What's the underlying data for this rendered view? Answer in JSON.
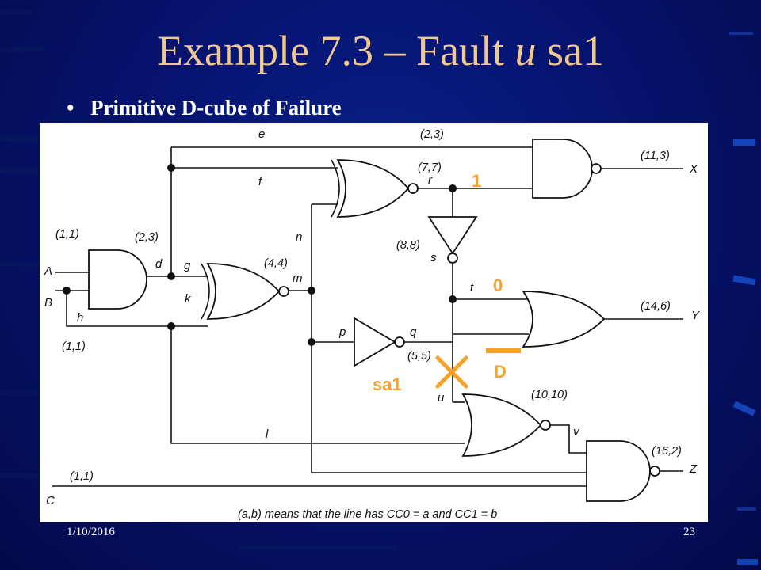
{
  "slide": {
    "title_main": "Example 7.3 – Fault ",
    "title_var": "u",
    "title_tail": " sa1",
    "bullet_glyph": "•",
    "bullet": "Primitive D-cube of Failure",
    "date": "1/10/2016",
    "page": "23"
  },
  "colors": {
    "title": "#f0c890",
    "background": "#061470",
    "annotation": "#f7a12a"
  },
  "circuit": {
    "nets": {
      "e": "e",
      "f": "f",
      "r": "r",
      "s": "s",
      "t": "t",
      "u": "u",
      "v": "v",
      "n": "n",
      "m": "m",
      "d": "d",
      "g": "g",
      "k": "k",
      "h": "h",
      "p": "p",
      "q": "q",
      "l": "l"
    },
    "io": {
      "A": "A",
      "B": "B",
      "C": "C",
      "X": "X",
      "Y": "Y",
      "Z": "Z"
    },
    "controllability": {
      "a_in": "(1,1)",
      "d": "(2,3)",
      "e": "(2,3)",
      "r": "(7,7)",
      "x": "(11,3)",
      "s": "(8,8)",
      "m": "(4,4)",
      "b_in": "(1,1)",
      "q": "(5,5)",
      "y": "(14,6)",
      "v": "(10,10)",
      "z": "(16,2)",
      "c_in": "(1,1)"
    },
    "legend": "(a,b) means that the line has CC0 = a and CC1 = b"
  },
  "annotations": {
    "r_value": "1",
    "t_value": "0",
    "u_value": "D",
    "fault": "sa1"
  }
}
